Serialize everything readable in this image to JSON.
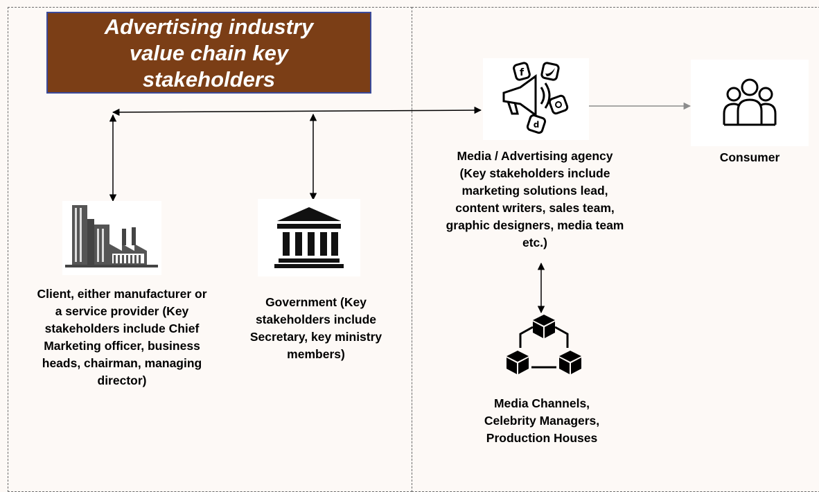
{
  "title": {
    "lines": [
      "Advertising industry",
      "value chain key",
      "stakeholders"
    ]
  },
  "nodes": {
    "client": {
      "icon": "factory-icon",
      "lines": [
        "Client, either manufacturer or",
        "a service provider (Key",
        "stakeholders  include Chief",
        "Marketing officer, business",
        "heads, chairman, managing",
        "director)"
      ]
    },
    "government": {
      "icon": "government-building-icon",
      "lines": [
        "Government (Key",
        "stakeholders  include",
        "Secretary, key ministry",
        "members)"
      ]
    },
    "agency": {
      "icon": "social-media-megaphone-icon",
      "lines": [
        "Media / Advertising agency",
        "(Key stakeholders include",
        "marketing solutions lead,",
        "content writers, sales team,",
        "graphic designers, media team",
        "etc.)"
      ]
    },
    "consumer": {
      "icon": "people-group-icon",
      "lines": [
        "Consumer"
      ]
    },
    "channels": {
      "icon": "network-cubes-icon",
      "lines": [
        "Media Channels,",
        "Celebrity Managers,",
        "Production Houses"
      ]
    }
  },
  "colors": {
    "title_bg": "#7b3e16",
    "title_border": "#3b4a9a",
    "background": "#fdf9f6",
    "connector": "#000000",
    "consumer_arrow": "#8c8c8c"
  }
}
